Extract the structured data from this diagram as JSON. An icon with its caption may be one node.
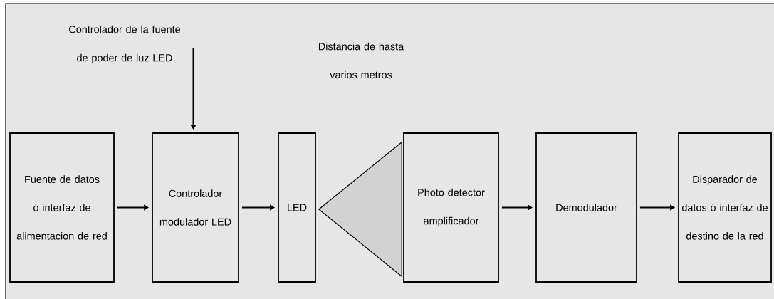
{
  "diagram": {
    "nodes": [
      {
        "text": [
          "Controlador de la fuente de poder de luz LED"
        ]
      },
      {
        "text": [
          "Fuente de datos ó interfaz de alimentacion de red"
        ]
      },
      {
        "text": [
          "Controlador modulador LED"
        ]
      },
      {
        "text": [
          "LED"
        ]
      },
      {
        "text": [],
        "shape": "triangle"
      },
      {
        "text": [
          "Photo detector amplificador"
        ]
      },
      {
        "text": [
          "Demodulador"
        ]
      },
      {
        "text": [
          "Disparador de datos ó interfaz de destino de la red"
        ]
      }
    ],
    "edges": [
      {
        "from": 0,
        "to": 2,
        "arrow": "to"
      },
      {
        "from": 1,
        "to": 2,
        "arrow": "to"
      },
      {
        "from": 2,
        "to": 3,
        "arrow": "to"
      },
      {
        "from": 5,
        "to": 6,
        "arrow": "to"
      },
      {
        "from": 6,
        "to": 7,
        "arrow": "to"
      }
    ],
    "labels": [
      "Distancia de hasta varios metros"
    ]
  }
}
